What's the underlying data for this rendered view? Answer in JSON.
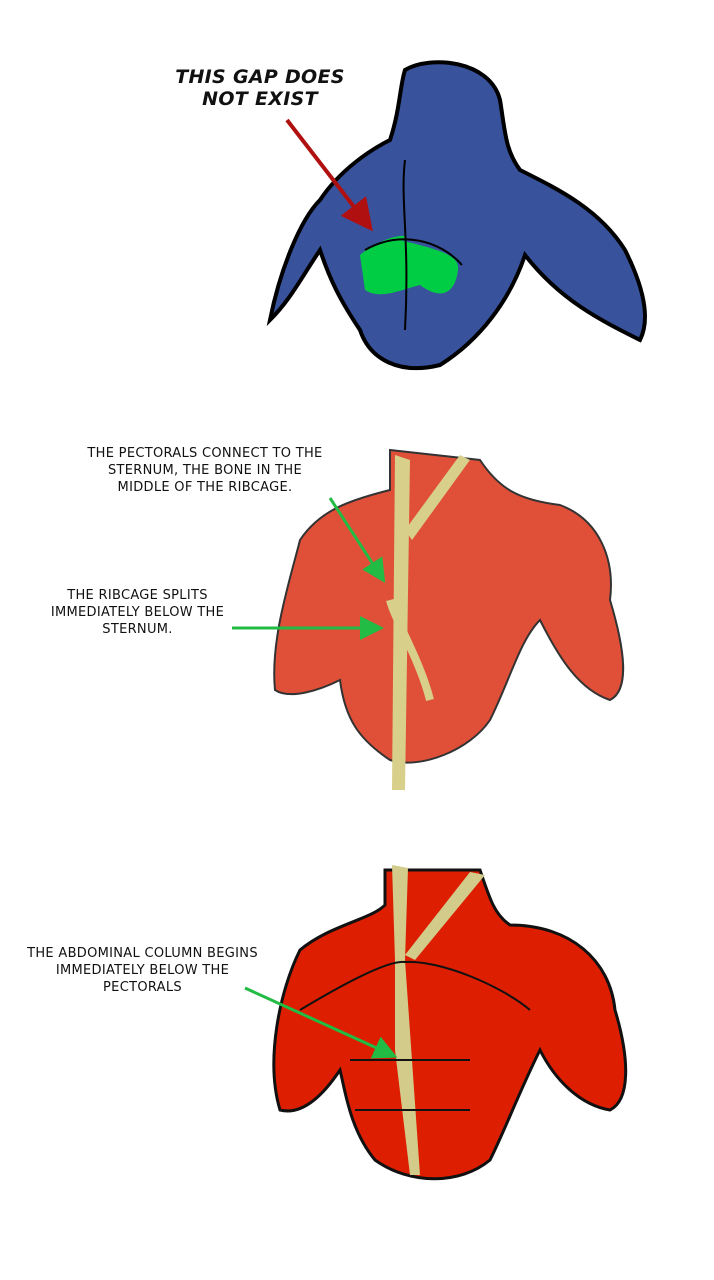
{
  "panels": [
    {
      "caption": "This gap does not exist",
      "arrow_color": "#b01010",
      "body_color": "#38529c",
      "highlight_color": "#00cc44"
    },
    {
      "captions": [
        "The pectorals connect to the sternum, the bone in the middle of the ribcage.",
        "The ribcage splits immediately below the sternum."
      ],
      "arrow_color": "#22bb44",
      "muscle_color": "#e05038",
      "bone_color": "#d8d08a"
    },
    {
      "caption": "The abdominal column begins immediately below the pectorals",
      "arrow_color": "#22bb44",
      "muscle_color": "#dd1e00",
      "bone_color": "#d2cb8a"
    }
  ]
}
